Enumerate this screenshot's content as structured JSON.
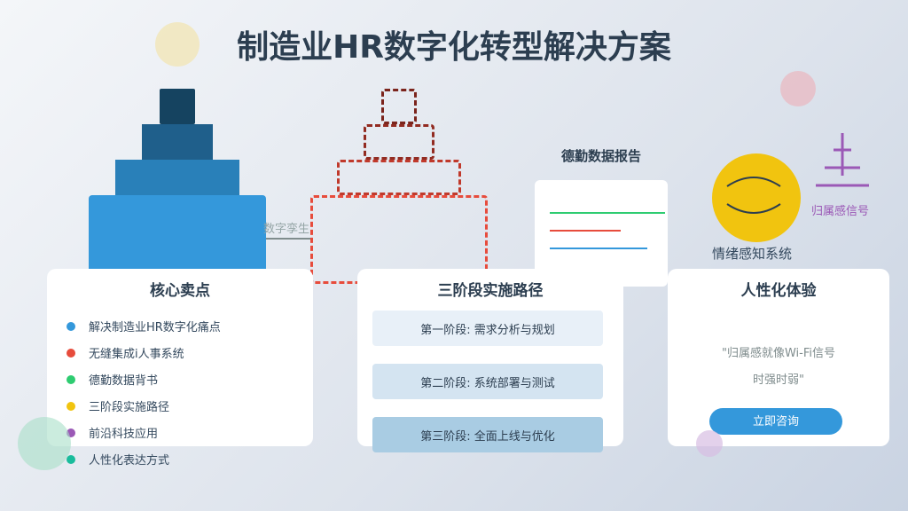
{
  "title": "制造业HR数字化转型解决方案",
  "twin_label": "数字孪生",
  "report": {
    "title": "德勤数据报告",
    "line_colors": [
      "#2ecc71",
      "#e74c3c",
      "#3498db"
    ]
  },
  "emotion": {
    "label": "情绪感知系统",
    "color": "#f1c40f"
  },
  "signal": {
    "label": "归属感信号",
    "color": "#9b59b6"
  },
  "core": {
    "title": "核心卖点",
    "items": [
      {
        "text": "解决制造业HR数字化痛点",
        "color": "#3498db"
      },
      {
        "text": "无缝集成i人事系统",
        "color": "#e74c3c"
      },
      {
        "text": "德勤数据背书",
        "color": "#2ecc71"
      },
      {
        "text": "三阶段实施路径",
        "color": "#f1c40f"
      },
      {
        "text": "前沿科技应用",
        "color": "#9b59b6"
      },
      {
        "text": "人性化表达方式",
        "color": "#1abc9c"
      }
    ]
  },
  "path": {
    "title": "三阶段实施路径",
    "stages": [
      "第一阶段: 需求分析与规划",
      "第二阶段: 系统部署与测试",
      "第三阶段: 全面上线与优化"
    ]
  },
  "human": {
    "title": "人性化体验",
    "quote_line1": "\"归属感就像Wi-Fi信号",
    "quote_line2": "时强时弱\"",
    "cta": "立即咨询"
  }
}
